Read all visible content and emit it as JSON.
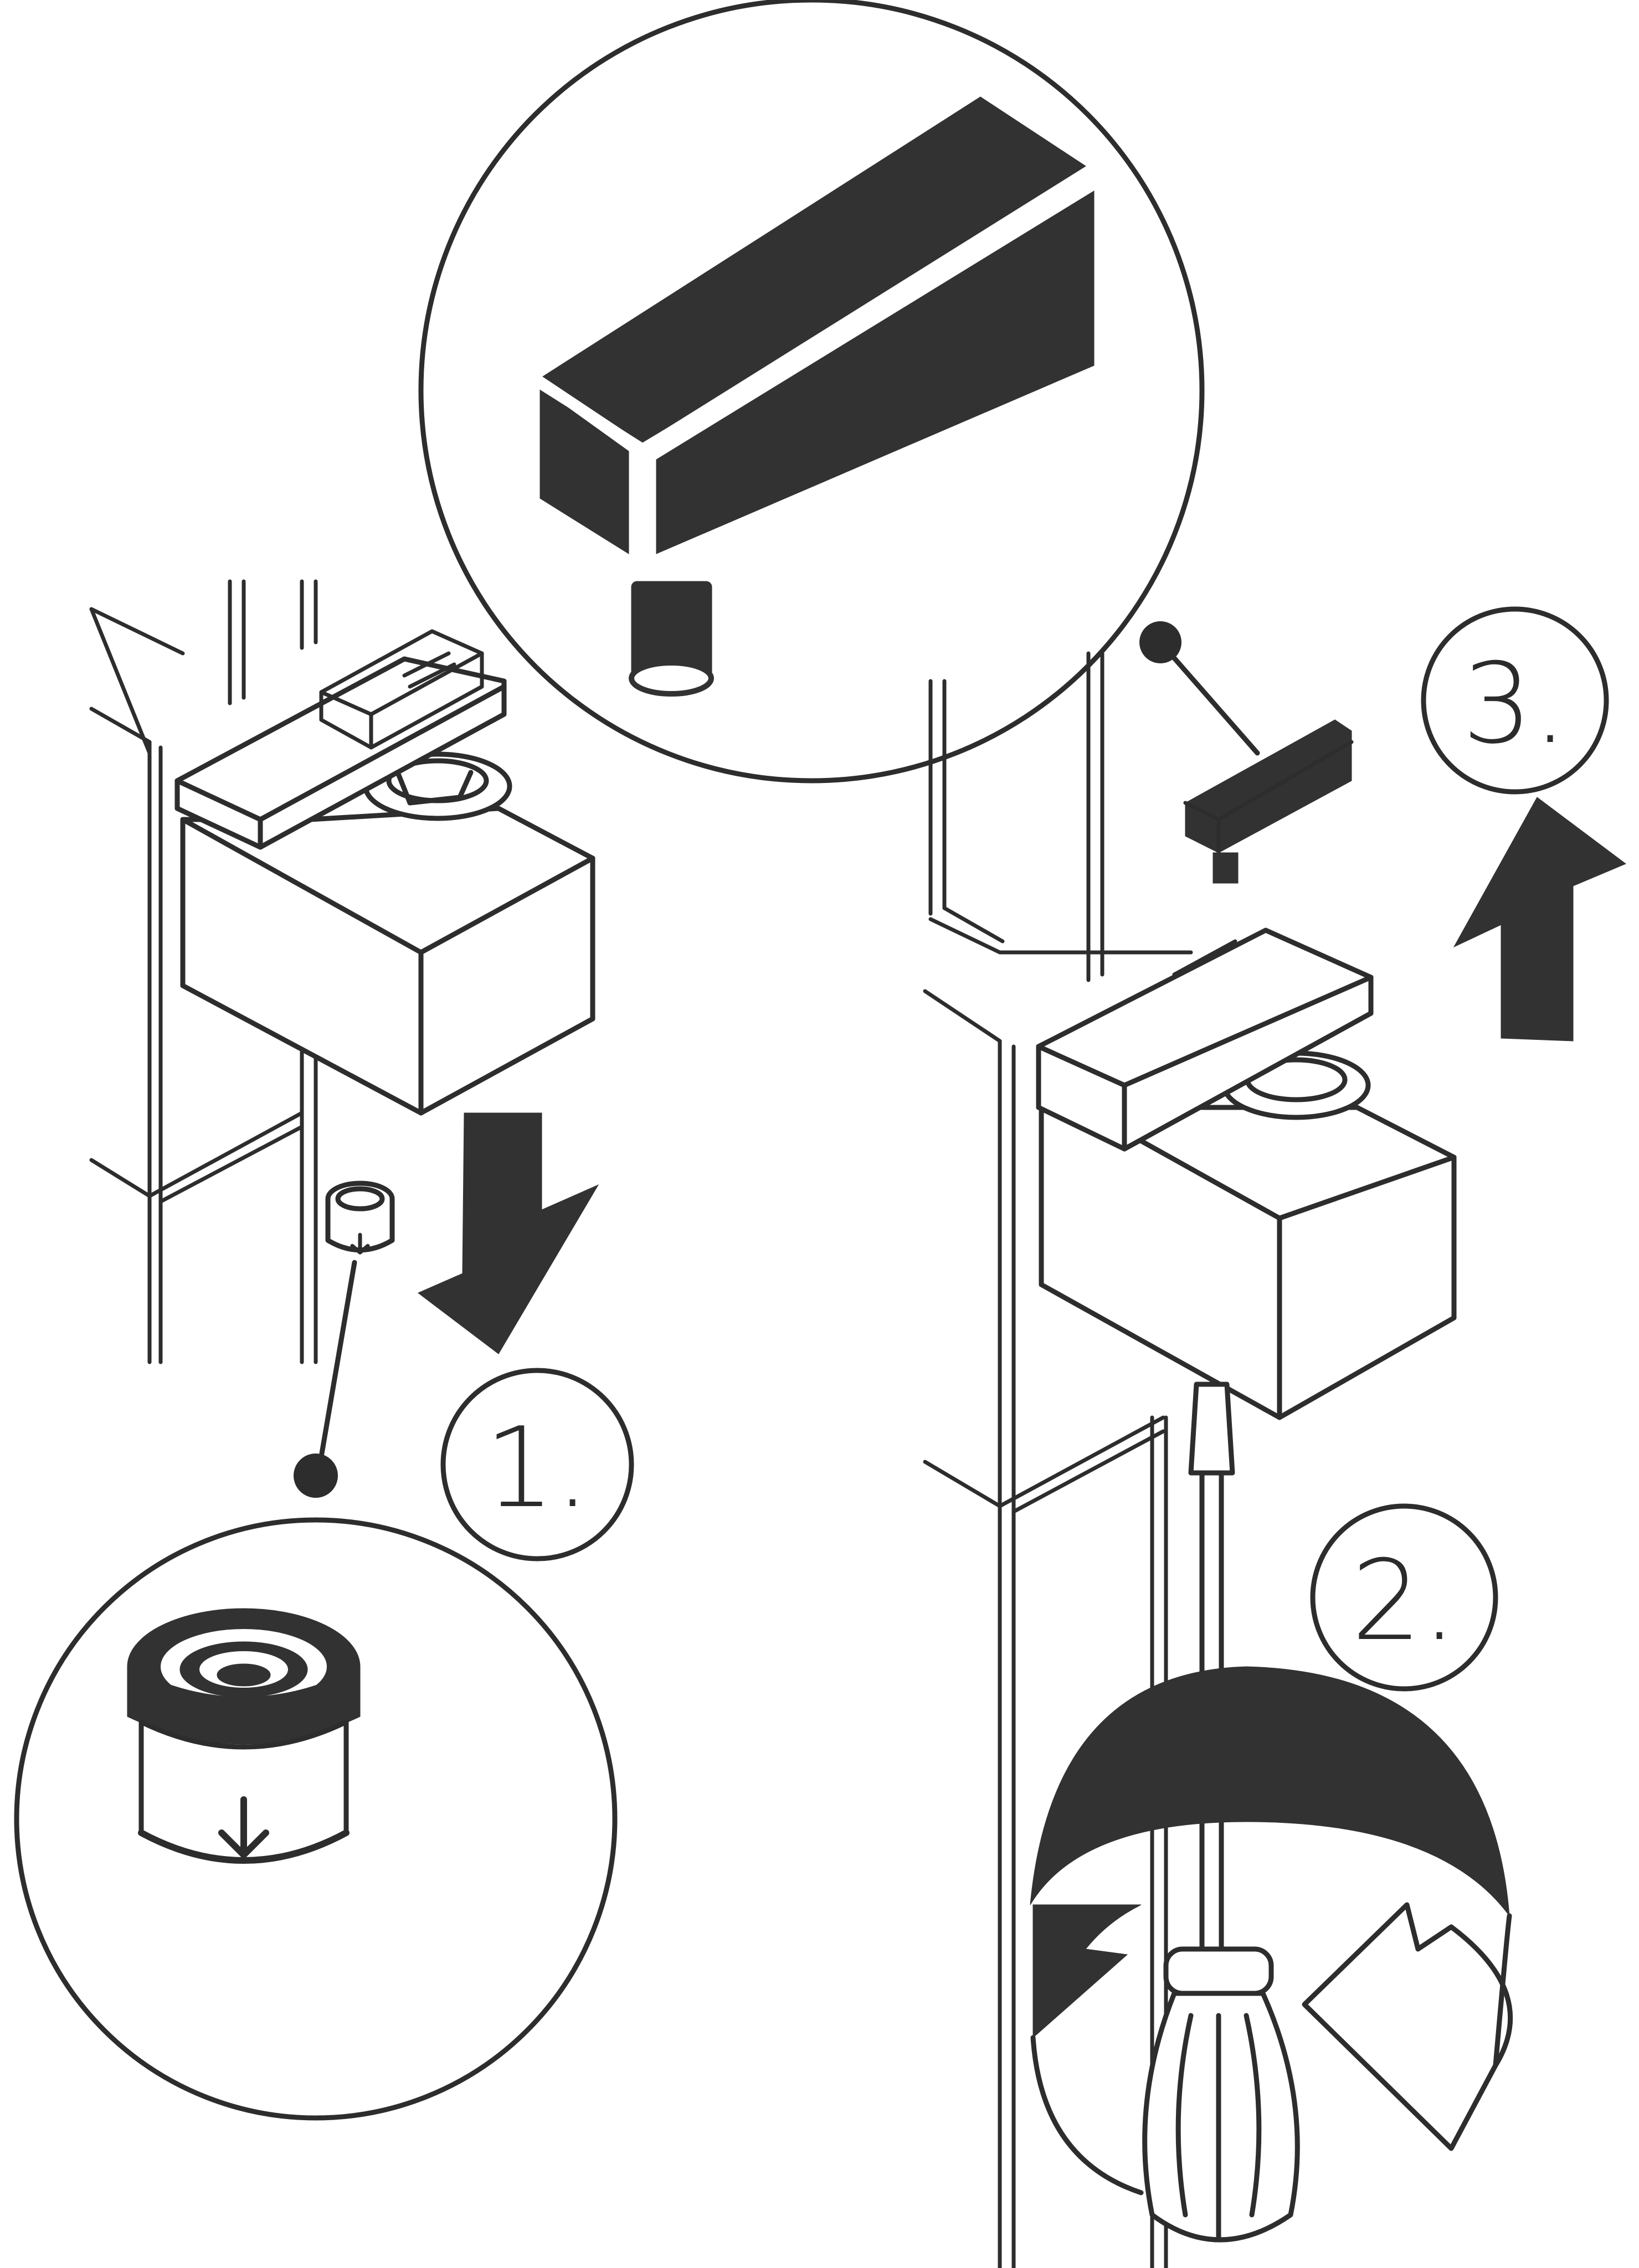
{
  "steps": [
    {
      "number": "1.",
      "action": "remove-aerator"
    },
    {
      "number": "2.",
      "action": "loosen-screw"
    },
    {
      "number": "3.",
      "action": "lift-lever"
    }
  ],
  "icons": {
    "arrow_down": "arrow-down-icon",
    "arrow_up": "arrow-up-icon",
    "rotate": "rotate-counterclockwise-icon",
    "screwdriver": "screwdriver-icon",
    "aerator": "aerator-icon",
    "lever": "lever-handle-icon"
  },
  "colors": {
    "ink": "#2d2d2e",
    "fill_dark": "#323233",
    "background": "#ffffff"
  }
}
